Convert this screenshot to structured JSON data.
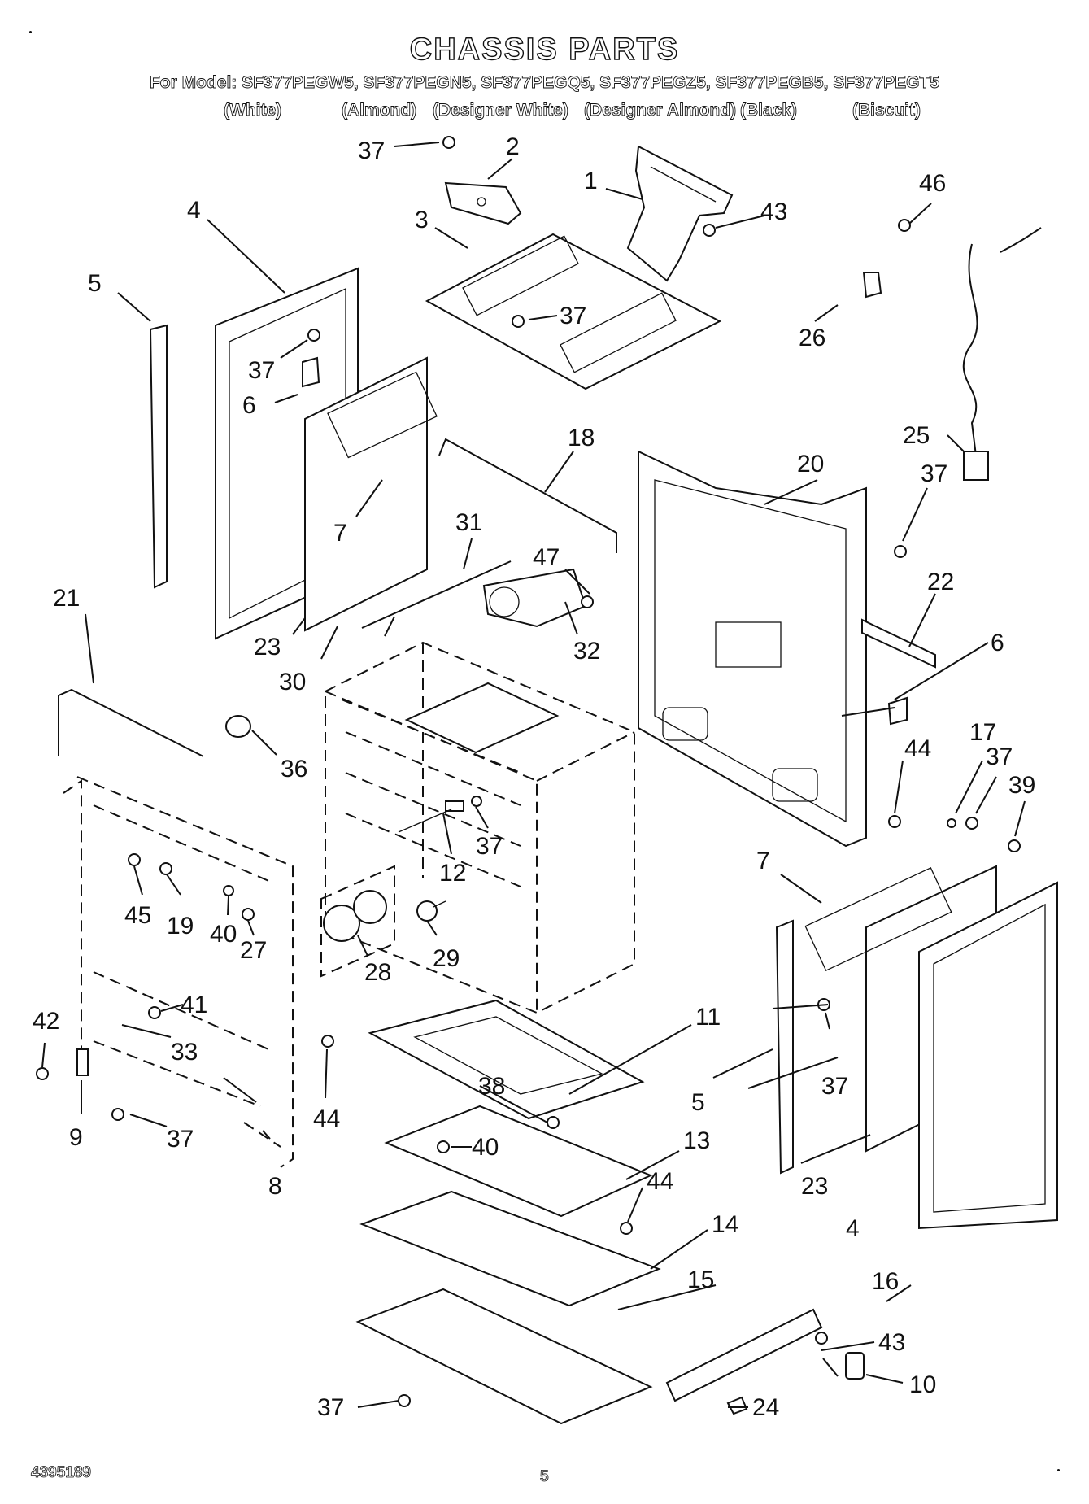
{
  "page": {
    "title": "CHASSIS PARTS",
    "model_line": "For Model: SF377PEGW5, SF377PEGN5, SF377PEGQ5, SF377PEGZ5, SF377PEGB5, SF377PEGT5",
    "variants": [
      "(White)",
      "(Almond)",
      "(Designer White)",
      "(Designer Almond)",
      "(Black)",
      "(Biscuit)"
    ],
    "document_number": "4395189",
    "page_number": "5"
  },
  "diagram": {
    "callouts": [
      "1",
      "2",
      "3",
      "4",
      "5",
      "6",
      "7",
      "8",
      "9",
      "10",
      "11",
      "12",
      "13",
      "14",
      "15",
      "16",
      "17",
      "18",
      "19",
      "20",
      "21",
      "22",
      "23",
      "24",
      "25",
      "26",
      "27",
      "28",
      "29",
      "30",
      "31",
      "32",
      "33",
      "36",
      "37",
      "38",
      "39",
      "40",
      "41",
      "42",
      "43",
      "44",
      "45",
      "46",
      "47"
    ]
  }
}
